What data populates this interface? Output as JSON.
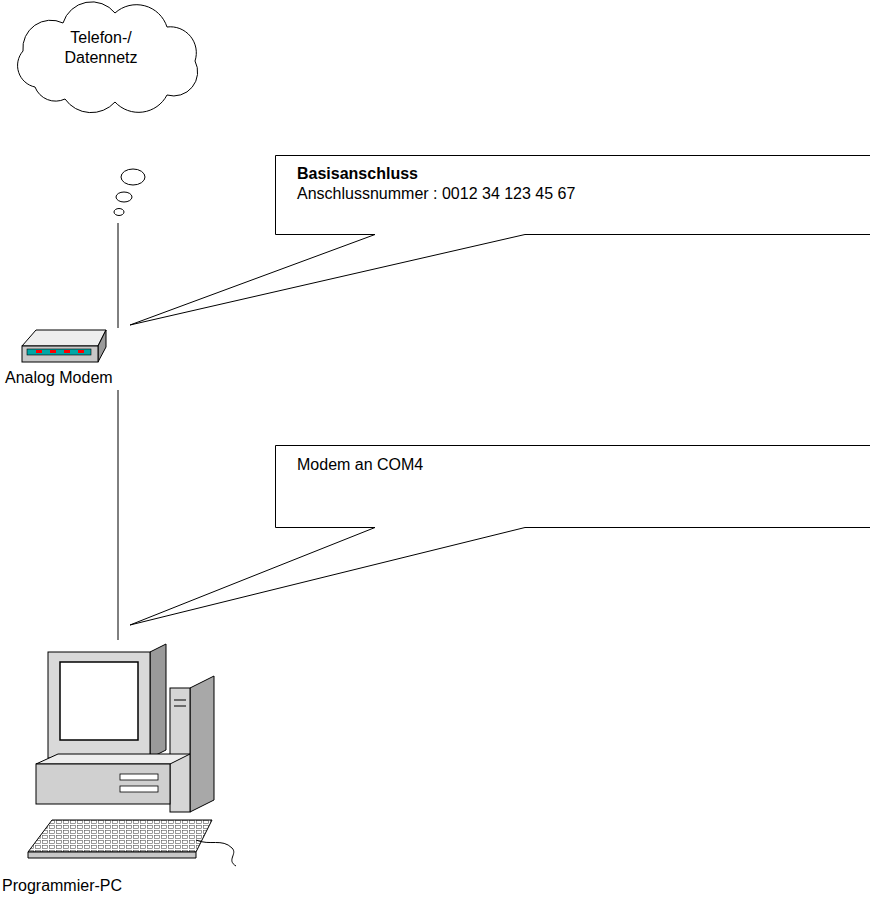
{
  "diagram": {
    "nodes": [
      {
        "text": [
          "Telefon-/ Datennetz"
        ]
      },
      {
        "text": [
          "Basisanschluss",
          "Anschlussnummer : 0012 34 123 45 67"
        ]
      },
      {
        "text": [
          "Analog Modem"
        ]
      },
      {
        "text": [
          "Modem an COM4"
        ]
      },
      {
        "text": [
          "Programmier-PC"
        ]
      }
    ],
    "edges": [
      {
        "from": 0,
        "to": 2,
        "arrow": "none"
      },
      {
        "from": 2,
        "to": 4,
        "arrow": "none"
      }
    ]
  }
}
